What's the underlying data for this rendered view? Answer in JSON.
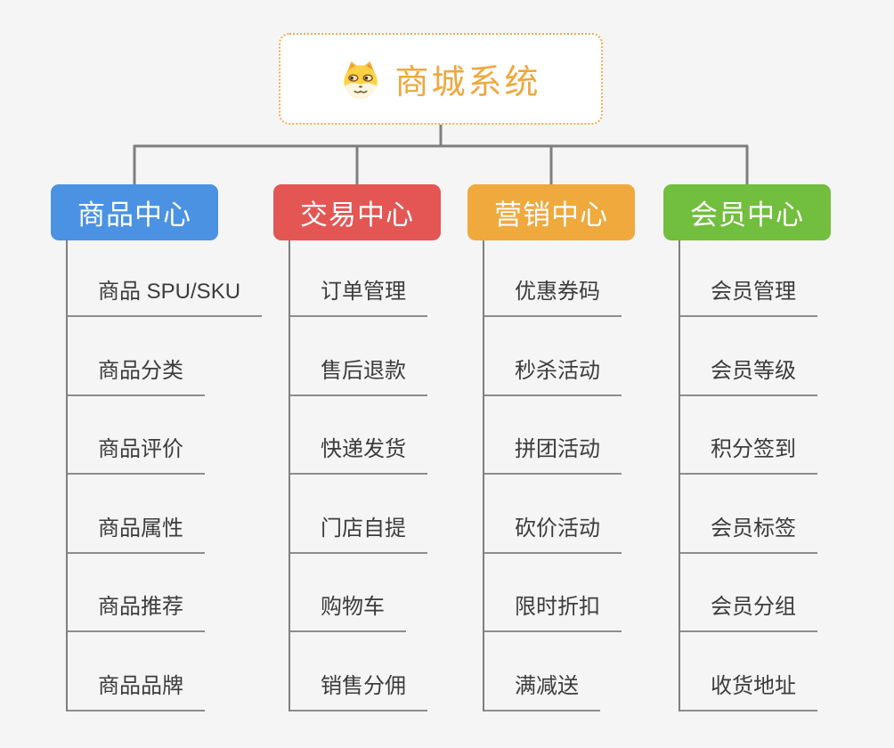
{
  "root": {
    "title": "商城系统",
    "icon": "dog-face-icon"
  },
  "branches": [
    {
      "label": "商品中心",
      "color": "#4b92e3",
      "children": [
        "商品 SPU/SKU",
        "商品分类",
        "商品评价",
        "商品属性",
        "商品推荐",
        "商品品牌"
      ]
    },
    {
      "label": "交易中心",
      "color": "#e35654",
      "children": [
        "订单管理",
        "售后退款",
        "快递发货",
        "门店自提",
        "购物车",
        "销售分佣"
      ]
    },
    {
      "label": "营销中心",
      "color": "#efa93c",
      "children": [
        "优惠券码",
        "秒杀活动",
        "拼团活动",
        "砍价活动",
        "限时折扣",
        "满减送"
      ]
    },
    {
      "label": "会员中心",
      "color": "#72be3e",
      "children": [
        "会员管理",
        "会员等级",
        "积分签到",
        "会员标签",
        "会员分组",
        "收货地址"
      ]
    }
  ],
  "colors": {
    "background": "#f5f5f6",
    "connector": "#7f7f7f",
    "leaf_line": "#8d8d8d",
    "leaf_text": "#3c3c3c",
    "root_text": "#f0a73e",
    "root_border": "#f2ab4d",
    "root_background": "#ffffff",
    "header_text": "#ffffff"
  }
}
